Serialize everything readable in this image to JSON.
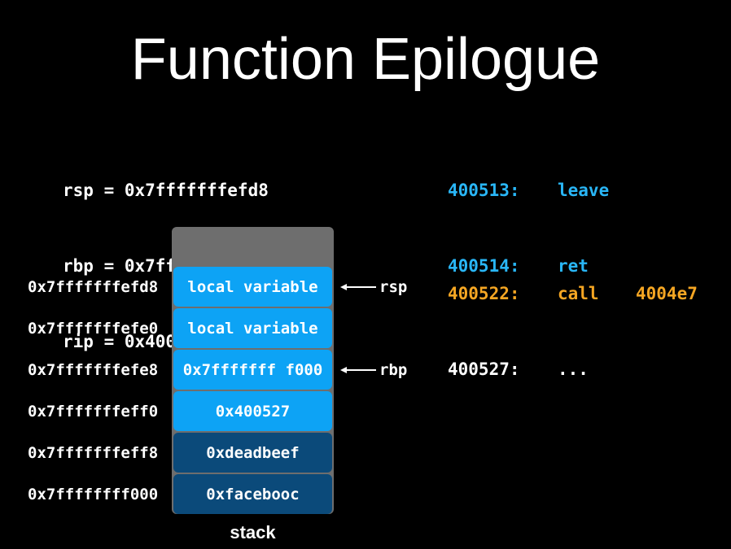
{
  "title": "Function Epilogue",
  "registers": [
    {
      "text": "rsp = 0x7fffffffefd8"
    },
    {
      "text": "rbp = 0x7fffffffefe8"
    },
    {
      "text": "rip = 0x400513"
    }
  ],
  "asm_block_1": [
    {
      "addr": "400513:",
      "instr": "leave",
      "arg": ""
    },
    {
      "addr": "400514:",
      "instr": "ret",
      "arg": ""
    }
  ],
  "asm_block_2": [
    {
      "addr": "400522:",
      "instr": "call",
      "arg": "4004e7"
    },
    {
      "addr": "400527:",
      "instr": "...",
      "arg": ""
    }
  ],
  "stack": {
    "label": "stack",
    "rows": [
      {
        "address": "0x7fffffffefd8",
        "value": "local variable"
      },
      {
        "address": "0x7fffffffefe0",
        "value": "local variable"
      },
      {
        "address": "0x7fffffffefe8",
        "value": "0x7fffffff f000"
      },
      {
        "address": "0x7fffffffeff0",
        "value": "0x400527"
      },
      {
        "address": "0x7fffffffeff8",
        "value": "0xdeadbeef"
      },
      {
        "address": "0x7ffffffff000",
        "value": "0xfacebooc"
      }
    ]
  },
  "pointers": {
    "rsp": "rsp",
    "rbp": "rbp"
  },
  "colors": {
    "background": "#000000",
    "asm_blue": "#29b6f6",
    "asm_orange": "#f5a623",
    "cell_light": "#0da3f5",
    "cell_dark": "#0b4a7a",
    "stack_gray": "#6e6e6e"
  }
}
